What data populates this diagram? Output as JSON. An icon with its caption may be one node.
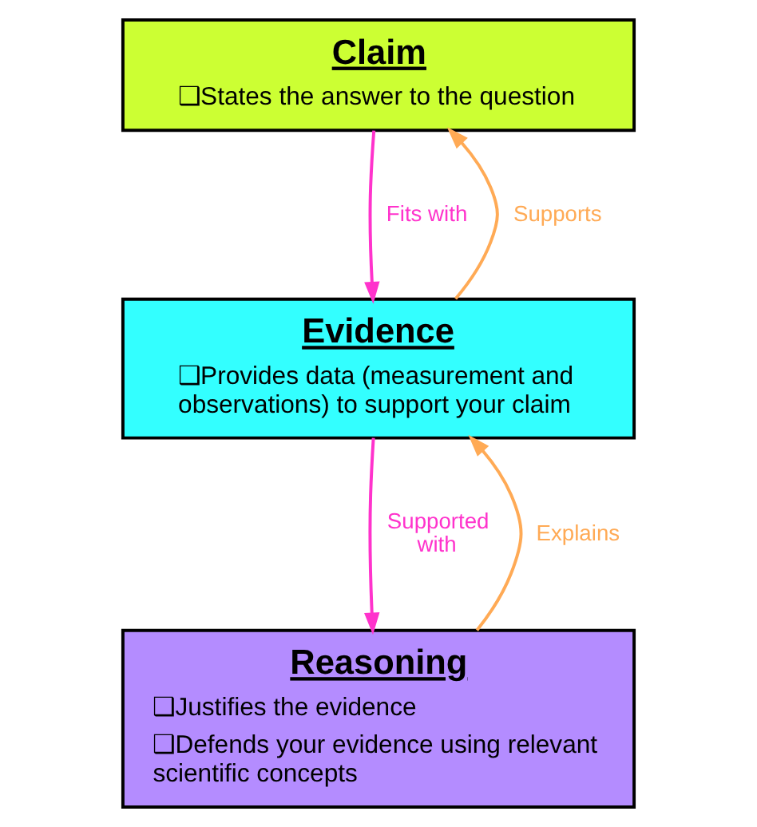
{
  "diagram": {
    "nodes": [
      {
        "text": [
          "Claim",
          "❑States the answer to the question"
        ]
      },
      {
        "text": [
          "Evidence",
          "❑Provides data (measurement and observations) to support your claim"
        ]
      },
      {
        "text": [
          "Reasoning",
          "❑Justifies the evidence",
          "❑Defends your evidence using relevant scientific concepts"
        ]
      }
    ],
    "edges": [
      {
        "from": 0,
        "to": 1,
        "arrow": "to",
        "label": "Fits with",
        "color": "#ff33cc"
      },
      {
        "from": 1,
        "to": 0,
        "arrow": "to",
        "label": "Supports",
        "color": "#ffaa55"
      },
      {
        "from": 1,
        "to": 2,
        "arrow": "to",
        "label": "Supported with",
        "color": "#ff33cc"
      },
      {
        "from": 2,
        "to": 1,
        "arrow": "to",
        "label": "Explains",
        "color": "#ffaa55"
      }
    ]
  }
}
